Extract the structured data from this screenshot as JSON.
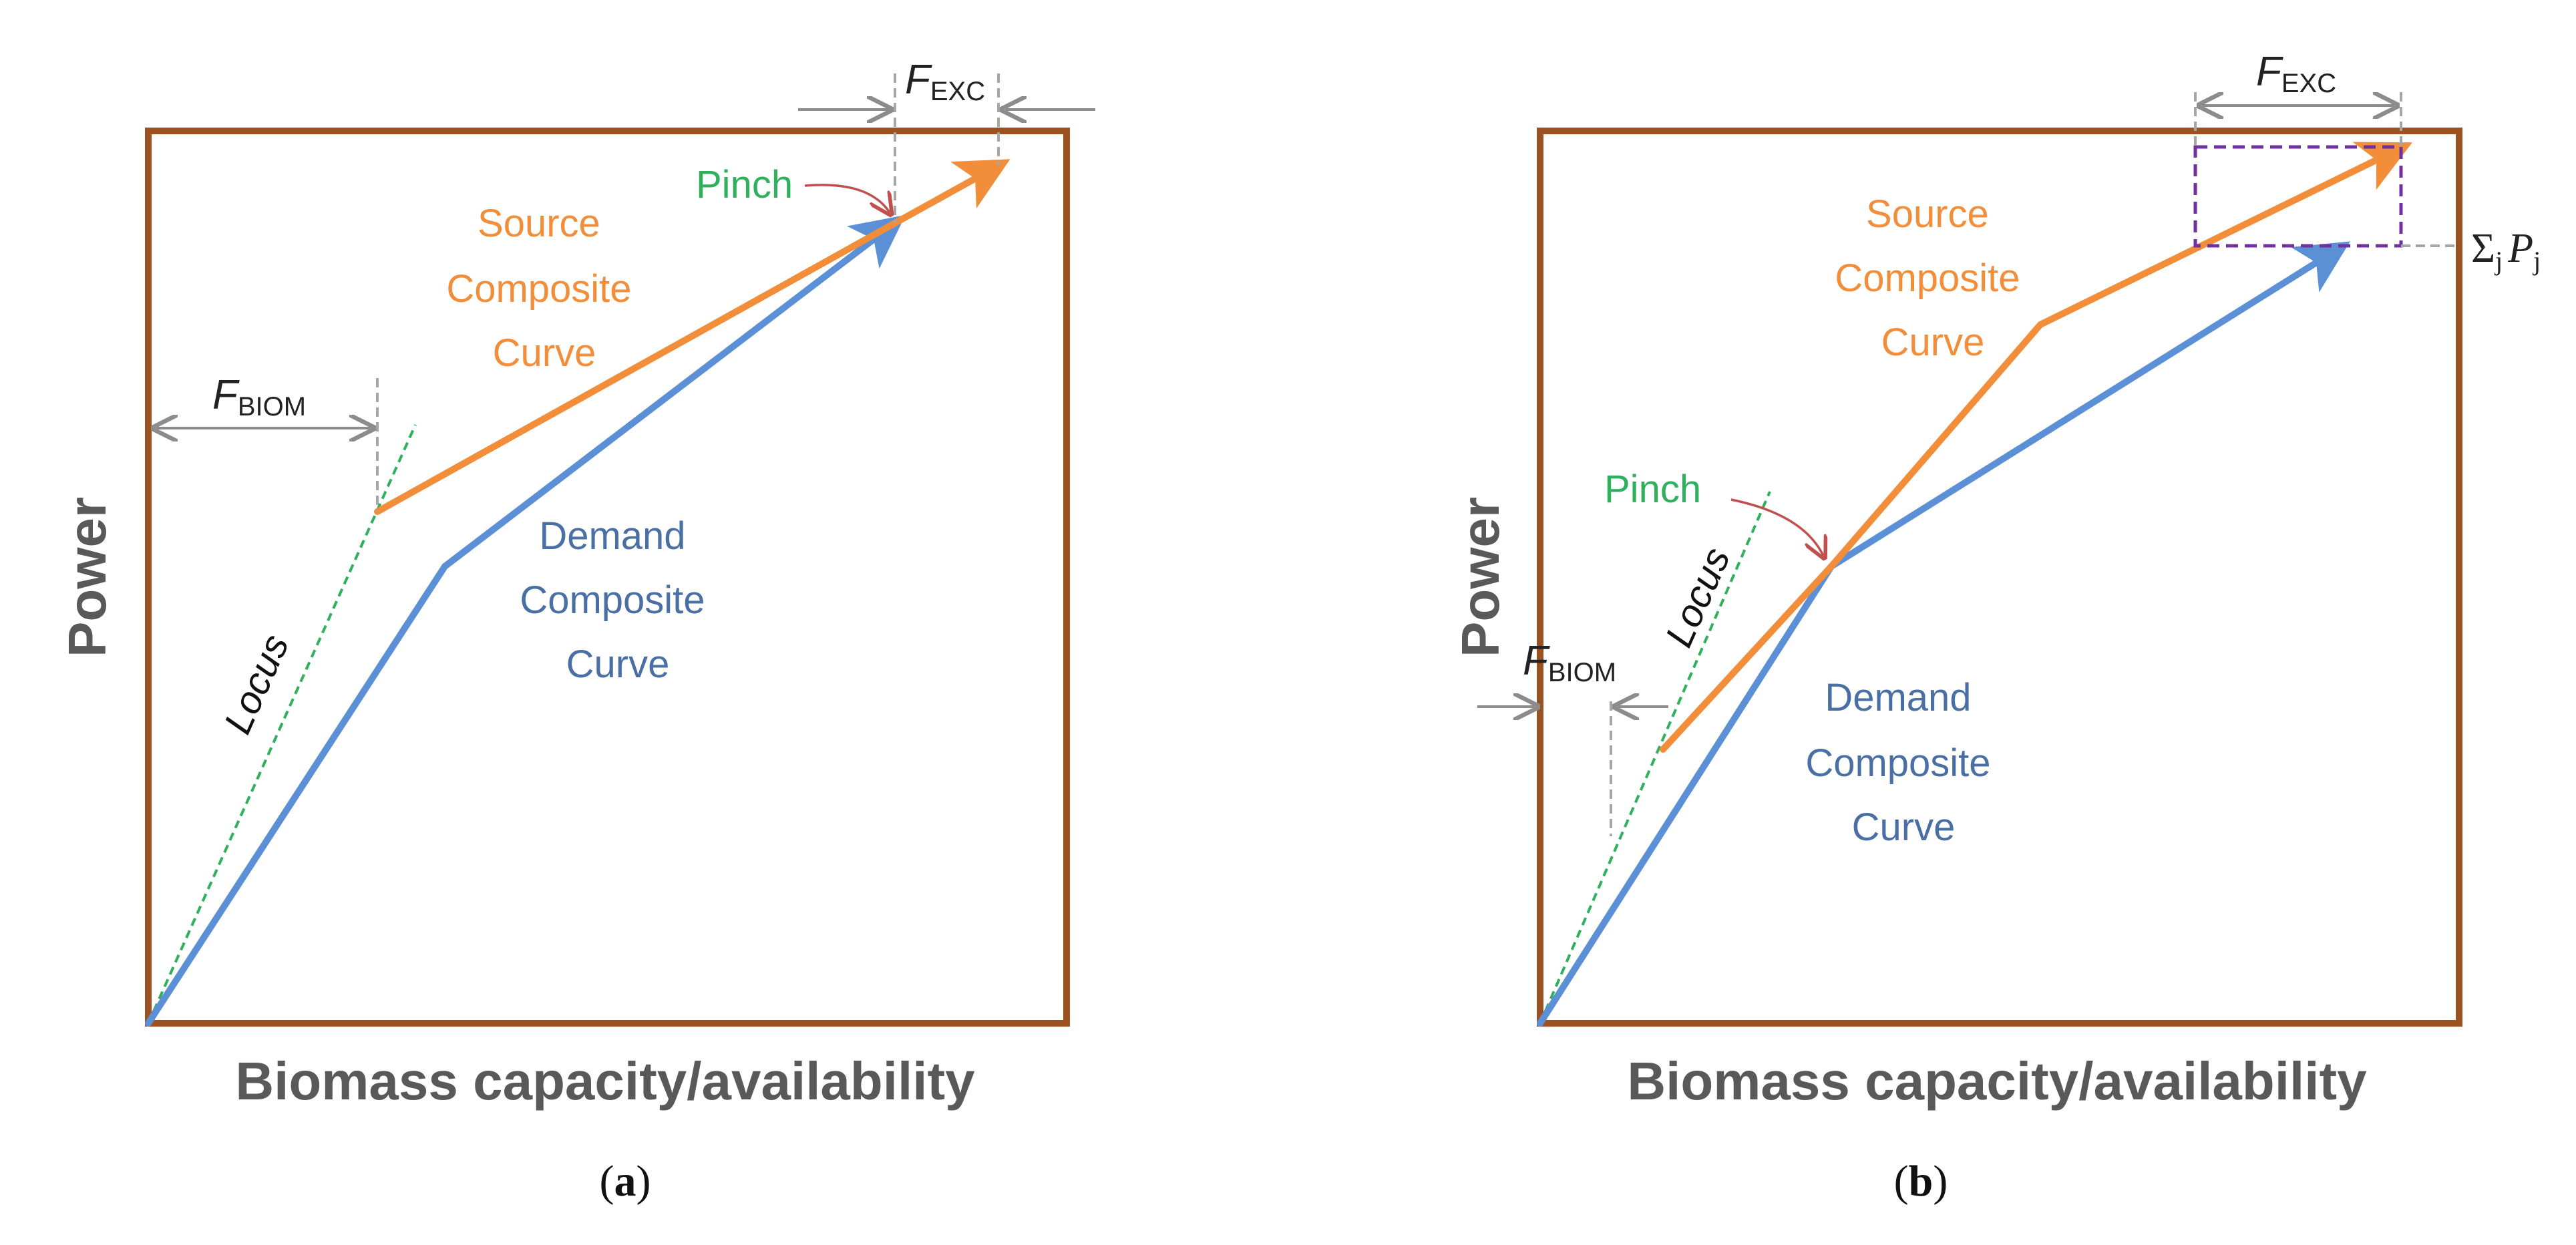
{
  "colors": {
    "frame": "#9c5220",
    "source": "#f28e3a",
    "demand": "#5b8fd6",
    "demand_text": "#4a6fa5",
    "pinch_text": "#2fb05c",
    "pinch_arrow": "#c0504d",
    "locus": "#2fb05c",
    "dim": "#8c8c8c",
    "grey_dash": "#a6a6a6",
    "purple": "#7030a0"
  },
  "panel_a": {
    "y_axis_title": "Power",
    "x_axis_title": "Biomass capacity/availability",
    "source_label": [
      "Source",
      "Composite",
      "Curve"
    ],
    "demand_label": [
      "Demand",
      "Composite",
      "Curve"
    ],
    "pinch_label": "Pinch",
    "locus_label": "Locus",
    "f_biom": {
      "main": "F",
      "sub": "BIOM"
    },
    "f_exc": {
      "main": "F",
      "sub": "EXC"
    },
    "caption_open": "(",
    "caption_letter": "a",
    "caption_close": ")"
  },
  "panel_b": {
    "y_axis_title": "Power",
    "x_axis_title": "Biomass capacity/availability",
    "source_label": [
      "Source",
      "Composite",
      "Curve"
    ],
    "demand_label": [
      "Demand",
      "Composite",
      "Curve"
    ],
    "pinch_label": "Pinch",
    "locus_label": "Locus",
    "f_biom": {
      "main": "F",
      "sub": "BIOM"
    },
    "f_exc": {
      "main": "F",
      "sub": "EXC"
    },
    "sum_p": {
      "sigma": "Σ",
      "j1": "j",
      "p": "P",
      "j2": "j"
    },
    "caption_open": "(",
    "caption_letter": "b",
    "caption_close": ")"
  }
}
